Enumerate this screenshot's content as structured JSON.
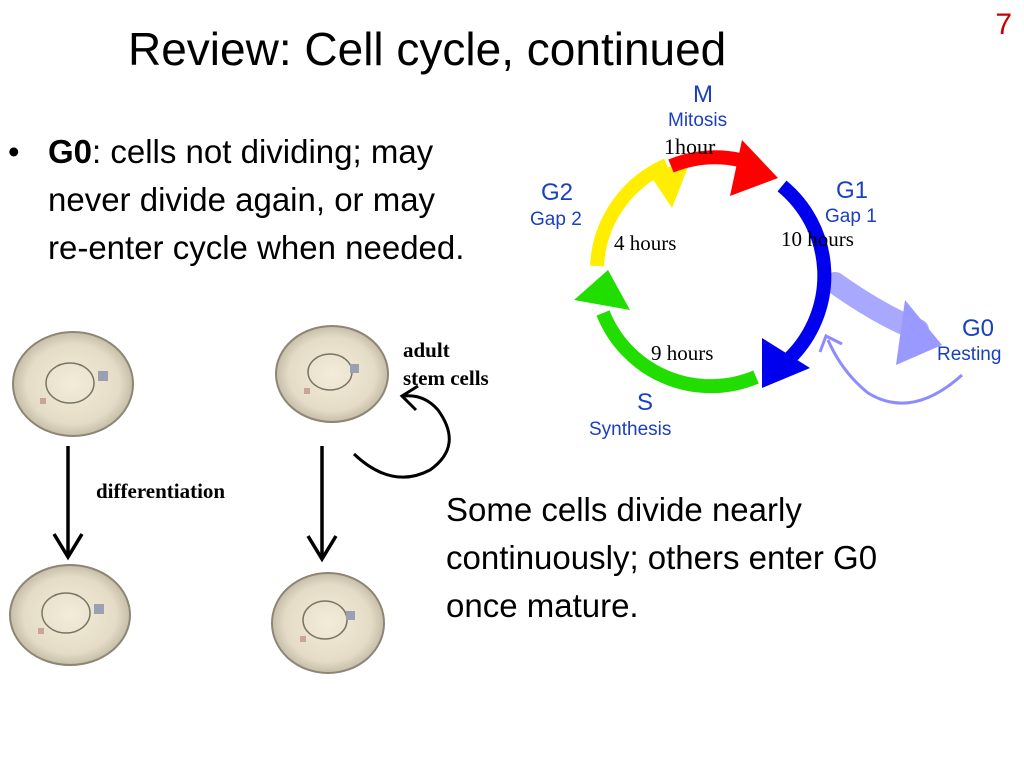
{
  "slide": {
    "number": "7",
    "title": "Review: Cell cycle, continued"
  },
  "bullet": {
    "term": "G0",
    "rest": ": cells not dividing; may never divide again, or may re-enter cycle when needed."
  },
  "note": "Some cells divide nearly continuously; others enter G0 once mature.",
  "cycle": {
    "phases": [
      {
        "key": "M",
        "code": "M",
        "name": "Mitosis",
        "duration": "1hour",
        "color": "#ff0000"
      },
      {
        "key": "G1",
        "code": "G1",
        "name": "Gap 1",
        "duration": "10 hours",
        "color": "#0000ee"
      },
      {
        "key": "S",
        "code": "S",
        "name": "Synthesis",
        "duration": "9 hours",
        "color": "#22dd00"
      },
      {
        "key": "G2",
        "code": "G2",
        "name": "Gap 2",
        "duration": "4 hours",
        "color": "#ffee00"
      }
    ],
    "resting": {
      "code": "G0",
      "name": "Resting",
      "color": "#9999ff"
    },
    "label_color": "#1a3fbf"
  },
  "stem_figure": {
    "stem_label": [
      "adult",
      "stem cells"
    ],
    "process_label": "differentiation"
  }
}
